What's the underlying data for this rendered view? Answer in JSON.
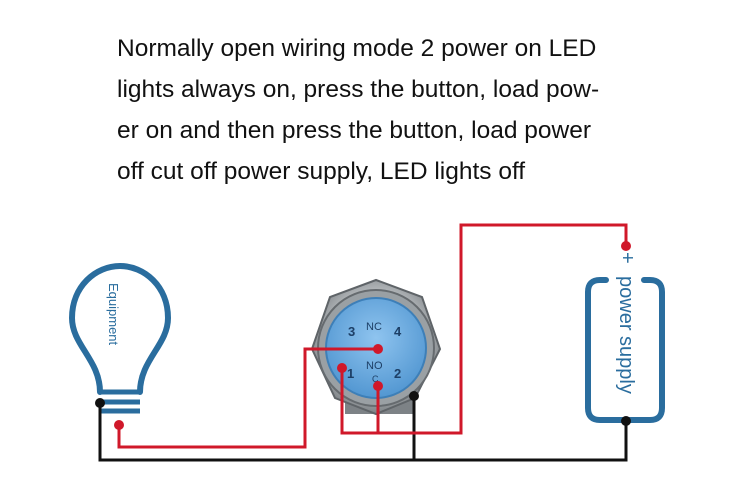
{
  "caption": {
    "lines": [
      "Normally open wiring mode 2 power on LED",
      "lights always on, press the button, load pow-",
      "er on and then press the button, load power",
      "off cut off power supply, LED lights off"
    ]
  },
  "bulb": {
    "label": "Equipment",
    "icon": "light-bulb-icon"
  },
  "switch": {
    "icon": "push-button-switch-icon",
    "terminals": {
      "t1": "1",
      "t2": "2",
      "t3": "3",
      "t4": "4"
    },
    "contact_top": "NC",
    "contact_mid": "NO",
    "contact_mid_sub": "C"
  },
  "power": {
    "plus": "+",
    "label": "power supply"
  },
  "colors": {
    "wire_red": "#d0182a",
    "wire_black": "#111111",
    "outline_blue": "#2a6d9e",
    "switch_blue": "#5a9fd6",
    "metal": "#8a8e92"
  }
}
